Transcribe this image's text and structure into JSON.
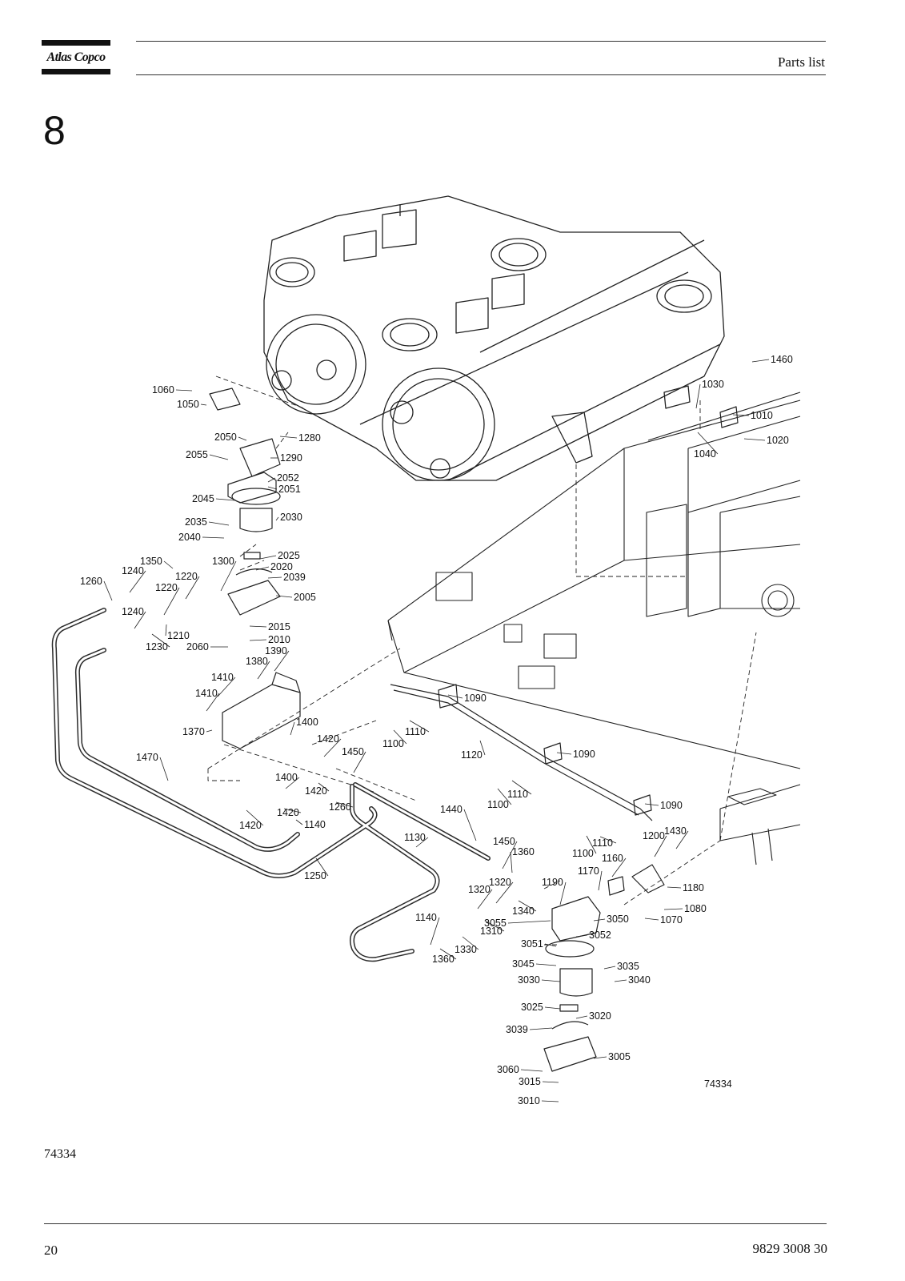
{
  "header": {
    "logo_text": "Atlas Copco",
    "section_title": "Parts list"
  },
  "chapter_number": "8",
  "figure": {
    "drawing_number": "74334",
    "labels": [
      "1010",
      "1020",
      "1030",
      "1040",
      "1050",
      "1060",
      "1070",
      "1080",
      "1090",
      "1090",
      "1090",
      "1100",
      "1100",
      "1100",
      "1110",
      "1110",
      "1110",
      "1120",
      "1130",
      "1140",
      "1140",
      "1160",
      "1170",
      "1180",
      "1190",
      "1200",
      "1210",
      "1220",
      "1220",
      "1230",
      "1240",
      "1240",
      "1250",
      "1260",
      "1260",
      "1280",
      "1290",
      "1300",
      "1310",
      "1320",
      "1320",
      "1330",
      "1340",
      "1350",
      "1360",
      "1360",
      "1370",
      "1380",
      "1390",
      "1400",
      "1400",
      "1410",
      "1410",
      "1420",
      "1420",
      "1420",
      "1420",
      "1430",
      "1440",
      "1450",
      "1450",
      "1460",
      "1470",
      "2005",
      "2010",
      "2015",
      "2020",
      "2025",
      "2030",
      "2035",
      "2039",
      "2040",
      "2045",
      "2050",
      "2051",
      "2052",
      "2055",
      "2060",
      "3005",
      "3010",
      "3015",
      "3020",
      "3025",
      "3030",
      "3035",
      "3039",
      "3040",
      "3045",
      "3050",
      "3051",
      "3052",
      "3055",
      "3060"
    ]
  },
  "footer": {
    "figure_ref": "74334",
    "page_number": "20",
    "document_number": "9829 3008 30"
  }
}
